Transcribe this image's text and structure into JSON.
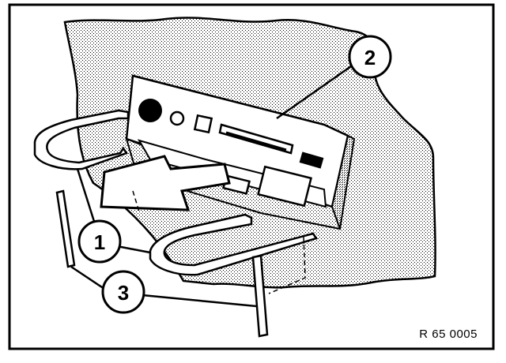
{
  "figure": {
    "reference_code": "R 65 0005",
    "callouts": [
      {
        "id": "callout-1",
        "label": "1"
      },
      {
        "id": "callout-2",
        "label": "2"
      },
      {
        "id": "callout-3",
        "label": "3"
      }
    ],
    "colors": {
      "line": "#000000",
      "background": "#ffffff",
      "stipple": "#000000"
    }
  }
}
